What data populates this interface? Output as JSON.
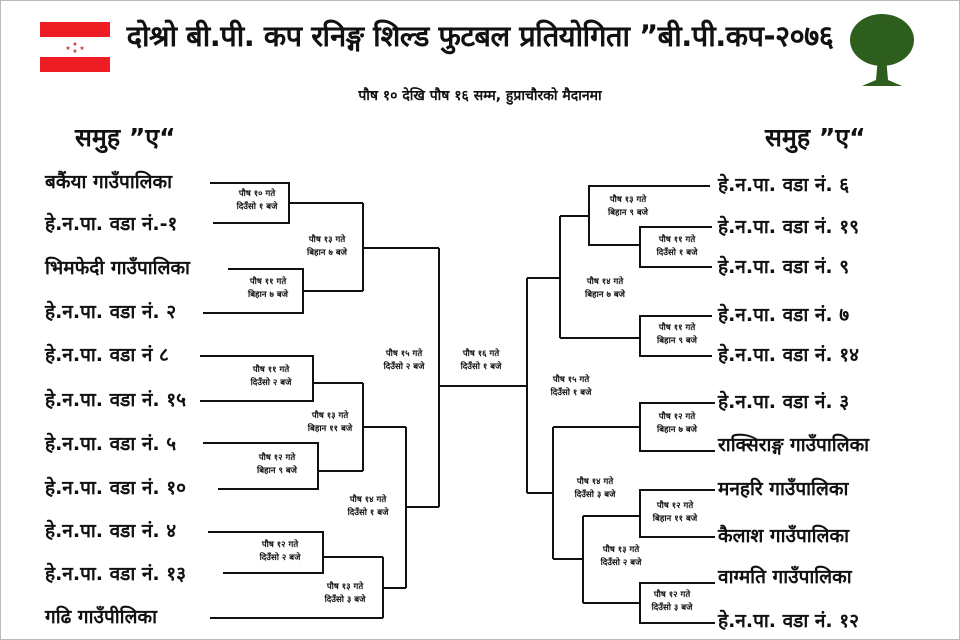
{
  "header": {
    "title": "दोश्रो बी.पी. कप रनिङ्ग शिल्ड फुटबल प्रतियोगिता ”बी.पी.कप-२०७६",
    "subtitle": "पौष १० देखि पौष १६ सम्म, हुप्राचौरको मैदानमा",
    "flag_colors": {
      "red": "#ee1c24",
      "white": "#ffffff",
      "star": "#c0392b"
    },
    "tree_color": "#2e5e1e"
  },
  "left": {
    "group": "समुह ”ए“",
    "teams": [
      "बकैंया गाउँपालिका",
      "हे.न.पा. वडा नं.-१",
      "भिमफेदी गाउँपालिका",
      "हे.न.पा. वडा नं. २",
      "हे.न.पा. वडा नं ८",
      "हे.न.पा. वडा नं. १५",
      "हे.न.पा. वडा नं. ५",
      "हे.न.पा. वडा नं. १०",
      "हे.न.पा. वडा नं. ४",
      "हे.न.पा. वडा नं. १३",
      "गढि गाउँपीलिका"
    ],
    "matches": [
      {
        "date": "पौष १० गते",
        "time": "दिउँसो १ बजे"
      },
      {
        "date": "पौष १३ गते",
        "time": "बिहान ७ बजे"
      },
      {
        "date": "पौष ११ गते",
        "time": "बिहान ७ बजे"
      },
      {
        "date": "पौष ११ गते",
        "time": "दिउँसो २ बजे"
      },
      {
        "date": "पौष १५ गते",
        "time": "दिउँसो २ बजे"
      },
      {
        "date": "पौष १३ गते",
        "time": "बिहान ११ बजे"
      },
      {
        "date": "पौष १२ गते",
        "time": "बिहान ९ बजे"
      },
      {
        "date": "पौष १४ गते",
        "time": "दिउँसो १ बजे"
      },
      {
        "date": "पौष १२ गते",
        "time": "दिउँसो २ बजे"
      },
      {
        "date": "पौष १३ गते",
        "time": "दिउँसो ३ बजे"
      }
    ]
  },
  "final": {
    "date": "पौष १६ गते",
    "time": "दिउँसो १ बजे"
  },
  "right": {
    "group": "समुह ”ए“",
    "teams": [
      "हे.न.पा. वडा नं. ६",
      "हे.न.पा. वडा नं. १९",
      "हे.न.पा. वडा नं. ९",
      "हे.न.पा. वडा नं. ७",
      "हे.न.पा. वडा नं. १४",
      "हे.न.पा. वडा नं. ३",
      "राक्सिराङ्ग गाउँपालिका",
      "मनहरि गाउँपालिका",
      "कैलाश गाउँपालिका",
      "वाग्मति गाउँपालिका",
      "हे.न.पा. वडा नं. १२"
    ],
    "matches": [
      {
        "date": "पौष १३ गते",
        "time": "बिहान ९ बजे"
      },
      {
        "date": "पौष ११ गते",
        "time": "दिउँसो १ बजे"
      },
      {
        "date": "पौष १४ गते",
        "time": "बिहान ७ बजे"
      },
      {
        "date": "पौष ११ गते",
        "time": "बिहान ९ बजे"
      },
      {
        "date": "पौष १५ गते",
        "time": "दिउँसो १ बजे"
      },
      {
        "date": "पौष १२ गते",
        "time": "बिहान ७ बजे"
      },
      {
        "date": "पौष १४ गते",
        "time": "दिउँसो ३ बजे"
      },
      {
        "date": "पौष १२ गते",
        "time": "बिहान ११ बजे"
      },
      {
        "date": "पौष १३ गते",
        "time": "दिउँसो २ बजे"
      },
      {
        "date": "पौष १२ गते",
        "time": "दिउँसो ३ बजे"
      }
    ]
  }
}
